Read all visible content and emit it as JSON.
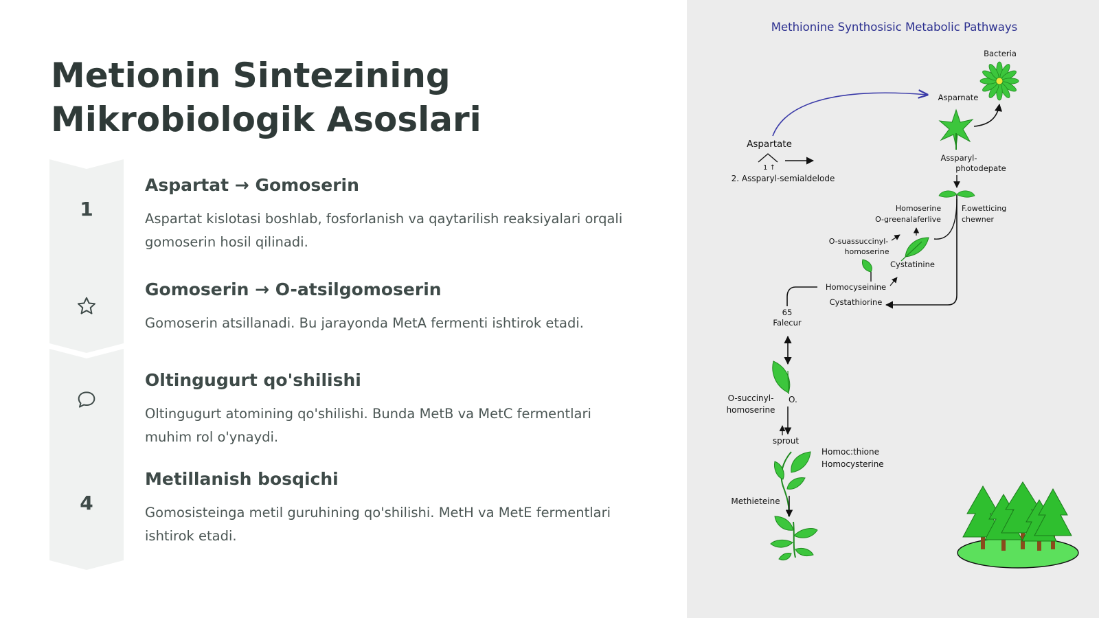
{
  "slide": {
    "title": "Metionin Sintezining Mikrobiologik Asoslari"
  },
  "steps": [
    {
      "marker": "1",
      "icon": null,
      "heading": "Aspartat → Gomoserin",
      "description": "Aspartat kislotasi boshlab, fosforlanish va qaytarilish reaksiyalari orqali gomoserin hosil qilinadi."
    },
    {
      "marker": "",
      "icon": "star-icon",
      "heading": "Gomoserin → O-atsilgomoserin",
      "description": "Gomoserin atsillanadi. Bu jarayonda MetA fermenti ishtirok etadi."
    },
    {
      "marker": "",
      "icon": "speech-bubble-icon",
      "heading": "Oltingugurt qo'shilishi",
      "description": "Oltingugurt atomining qo'shilishi. Bunda MetB va MetC fermentlari muhim rol o'ynaydi."
    },
    {
      "marker": "4",
      "icon": null,
      "heading": "Metillanish bosqichi",
      "description": "Gomosisteinga metil guruhining qo'shilishi. MetH va MetE fermentlari ishtirok etadi."
    }
  ],
  "diagram": {
    "title": "Methionine Synthosisic Metabolic Pathways",
    "labels": {
      "bacteria": "Bacteria",
      "aspartate_top": "Asparnate",
      "aspartate_left": "Aspartate",
      "arrow_mark": "1 ↑",
      "semialdehyde": "2. Assparyl-semialdelode",
      "aspparyl_1": "Assparyl-",
      "aspparyl_2": "photodepate",
      "homoserine_1": "Homoserine",
      "homoserine_2": "O-greenalaferlive",
      "flowering_1": "F.owetticing",
      "flowering_2": "chewner",
      "osuccinyl_1": "O-suassuccinyl-",
      "osuccinyl_2": "homoserine",
      "cystatinine": "Cystatinine",
      "homocysteine": "Homocyseinine",
      "cystathionine": "Cystathiorine",
      "num65": "65",
      "falecur": "Falecur",
      "osuc2_1": "O-succinyl-",
      "osuc2_2": "homoserine",
      "o_mark": "O.",
      "sprout": "sprout",
      "homoc_1": "Homoc:thione",
      "homoc_2": "Homocysterine",
      "methieteine": "Methieteine"
    },
    "colors": {
      "background": "#ececec",
      "title": "#2b2f8f",
      "leaf": "#3cc63c",
      "leaf_dark": "#1f8a1f",
      "curved_arrow": "#3a3aa8",
      "trunk": "#8a4b1c"
    }
  }
}
